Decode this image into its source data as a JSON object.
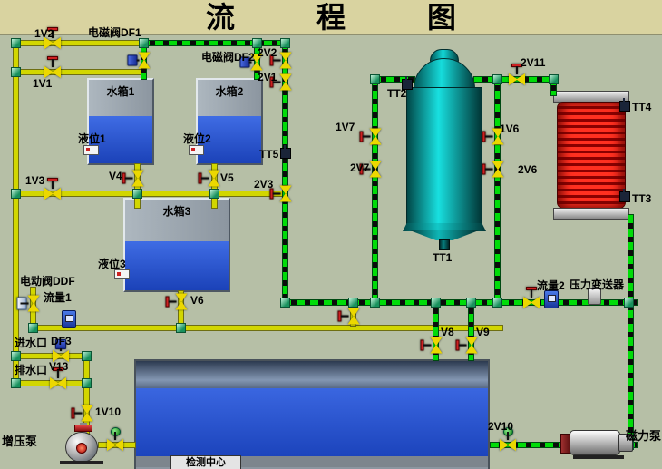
{
  "title": "流程图",
  "colors": {
    "background": "#b6bfa6",
    "title_bg": "#d9d3a0",
    "pipe_yellow": "#d2d600",
    "flow_green": "#00dc08",
    "water_blue": "#2150c8",
    "vessel_teal": "#00c8c8",
    "coil_red": "#e01010"
  },
  "tanks": {
    "tank1": "水箱1",
    "tank2": "水箱2",
    "tank3": "水箱3"
  },
  "levels": {
    "level1": "液位1",
    "level2": "液位2",
    "level3": "液位3"
  },
  "valves": {
    "v1v1": "1V1",
    "v1v2": "1V2",
    "v1v3": "1V3",
    "v2v1": "2V1",
    "v2v2": "2V2",
    "v2v3": "2V3",
    "v4": "V4",
    "v5": "V5",
    "v6": "V6",
    "v8": "V8",
    "v9": "V9",
    "v13": "V13",
    "v1v6": "1V6",
    "v1v7": "1V7",
    "v2v6": "2V6",
    "v2v7": "2V7",
    "v2v11": "2V11",
    "v1v10": "1V10",
    "v2v10": "2V10",
    "df1": "电磁阀DF1",
    "df2": "电磁阀DF2",
    "df3": "DF3",
    "ddf": "电动阀DDF"
  },
  "sensors": {
    "tt1": "TT1",
    "tt2": "TT2",
    "tt3": "TT3",
    "tt4": "TT4",
    "tt5": "TT5"
  },
  "instruments": {
    "flow1": "流量1",
    "flow2": "流量2",
    "pressure": "压力变送器"
  },
  "ports": {
    "inlet": "进水口",
    "drain": "排水口"
  },
  "pumps": {
    "booster": "增压泵",
    "magnetic": "磁力泵"
  },
  "footer": {
    "button": "检测中心"
  }
}
